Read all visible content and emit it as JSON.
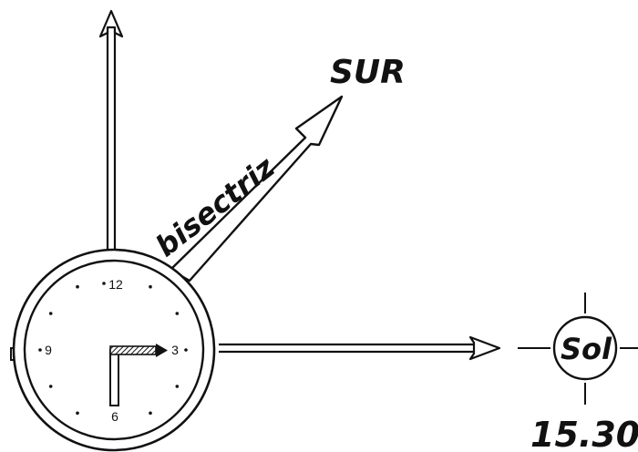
{
  "labels": {
    "south": "SUR",
    "bisector": "bisectriz",
    "sun": "Sol",
    "time": "15.30"
  },
  "clock": {
    "numerals": {
      "n12": "12",
      "n3": "3",
      "n6": "6",
      "n9": "9"
    }
  },
  "colors": {
    "ink": "#111111",
    "paper": "#ffffff"
  }
}
